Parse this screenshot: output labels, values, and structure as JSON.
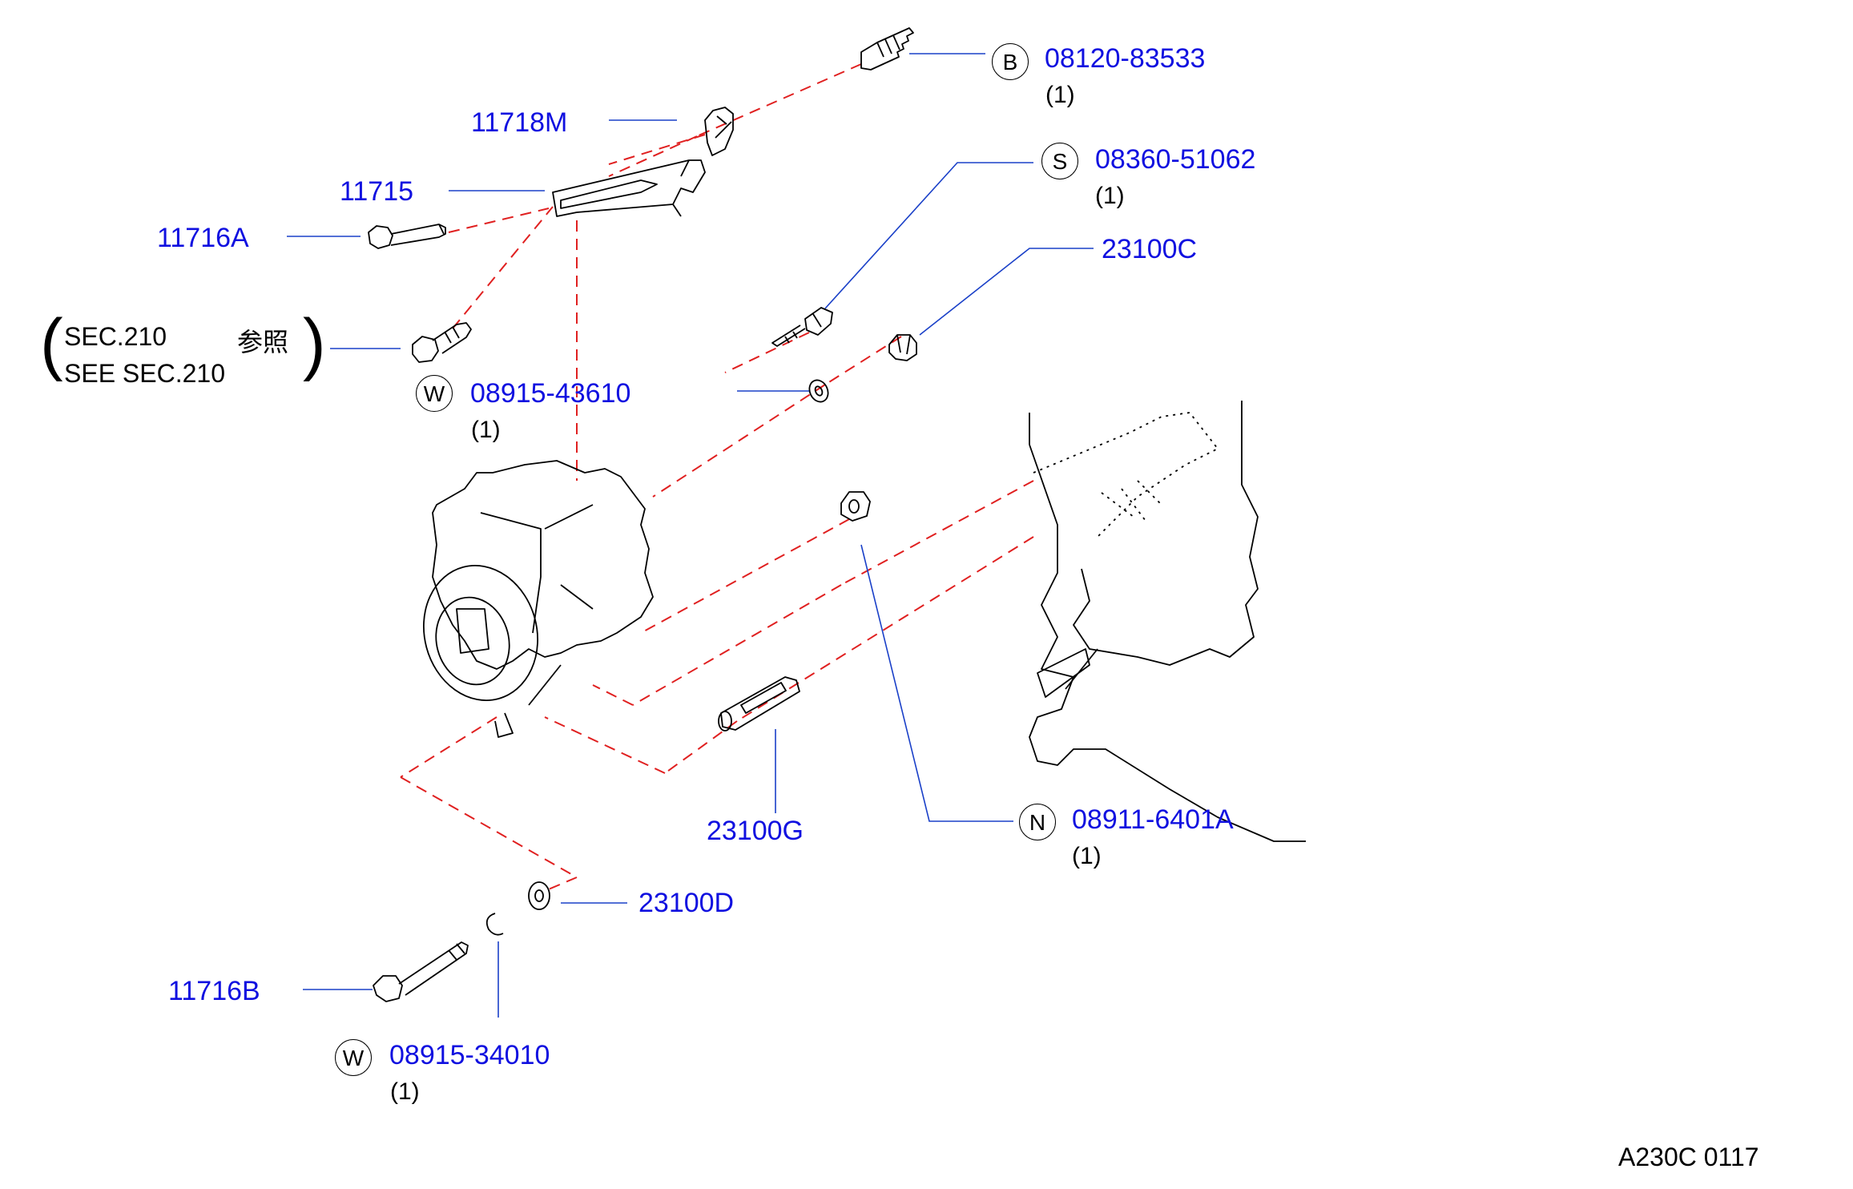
{
  "callouts": [
    {
      "id": "b",
      "prefix": "B",
      "part": "08120-83533",
      "qty": "(1)"
    },
    {
      "id": "m",
      "part": "11718M"
    },
    {
      "id": "h",
      "part": "11715"
    },
    {
      "id": "a",
      "part": "11716A"
    },
    {
      "id": "s",
      "prefix": "S",
      "part": "08360-51062",
      "qty": "(1)"
    },
    {
      "id": "c",
      "part": "23100C"
    },
    {
      "id": "w1",
      "prefix": "W",
      "part": "08915-43610",
      "qty": "(1)"
    },
    {
      "id": "g",
      "part": "23100G"
    },
    {
      "id": "n",
      "prefix": "N",
      "part": "08911-6401A",
      "qty": "(1)"
    },
    {
      "id": "d",
      "part": "23100D"
    },
    {
      "id": "bb",
      "part": "11716B"
    },
    {
      "id": "w2",
      "prefix": "W",
      "part": "08915-34010",
      "qty": "(1)"
    }
  ],
  "reference_note": {
    "line1": "SEC.210",
    "line1_jp": "参照",
    "line2": "SEE  SEC.210"
  },
  "diagram_code": "A230C  0117",
  "colors": {
    "part_number": "#1010e0",
    "leader": "#1a40c8",
    "dashed": "#e02020",
    "outline": "#000000"
  }
}
